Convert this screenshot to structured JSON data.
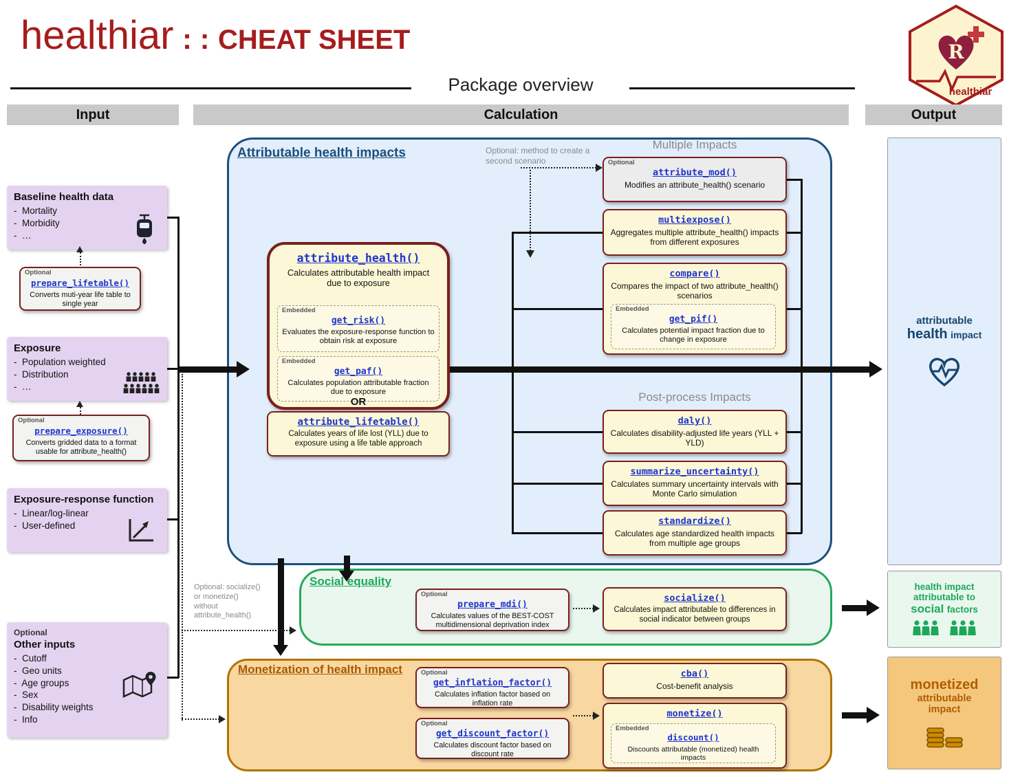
{
  "labels": {
    "optional": "Optional",
    "embedded": "Embedded"
  },
  "header": {
    "title_main": "healthiar",
    "title_sep": ": :",
    "title_sub": "CHEAT SHEET",
    "overview": "Package overview",
    "logo_text": "healthiar"
  },
  "columns": {
    "input": "Input",
    "calculation": "Calculation",
    "output": "Output"
  },
  "input": {
    "baseline": {
      "title": "Baseline health data",
      "items": [
        "Mortality",
        "Morbidity",
        "…"
      ]
    },
    "prepare_lifetable": {
      "name": "prepare_lifetable()",
      "desc": "Converts muti-year life table to single year"
    },
    "exposure": {
      "title": "Exposure",
      "items": [
        "Population weighted",
        "Distribution",
        "…"
      ]
    },
    "prepare_exposure": {
      "name": "prepare_exposure()",
      "desc": "Converts gridded data to a format usable for attribute_health()"
    },
    "erf": {
      "title": "Exposure-response function",
      "items": [
        "Linear/log-linear",
        "User-defined"
      ]
    },
    "other": {
      "label": "Optional",
      "title": "Other inputs",
      "items": [
        "Cutoff",
        "Geo units",
        "Age groups",
        "Sex",
        "Disability weights",
        "Info"
      ]
    }
  },
  "calc": {
    "attributable": {
      "title": "Attributable health impacts",
      "multiple_heading": "Multiple Impacts",
      "postprocess_heading": "Post-process Impacts",
      "optional_note": "Optional: method to create a second scenario",
      "or": "OR",
      "attribute_health": {
        "name": "attribute_health()",
        "desc": "Calculates attributable health impact due to exposure"
      },
      "get_risk": {
        "name": "get_risk()",
        "desc": "Evaluates the exposure-response function to obtain risk at exposure"
      },
      "get_paf": {
        "name": "get_paf()",
        "desc": "Calculates population attributable fraction due to exposure"
      },
      "attribute_lifetable": {
        "name": "attribute_lifetable()",
        "desc": "Calculates years of life lost (YLL) due to exposure using a life table approach"
      },
      "attribute_mod": {
        "name": "attribute_mod()",
        "desc": "Modifies an attribute_health() scenario"
      },
      "multiexpose": {
        "name": "multiexpose()",
        "desc": "Aggregates multiple attribute_health() impacts from different exposures"
      },
      "compare": {
        "name": "compare()",
        "desc": "Compares the impact of two attribute_health() scenarios"
      },
      "get_pif": {
        "name": "get_pif()",
        "desc": "Calculates potential impact fraction due to change in exposure"
      },
      "daly": {
        "name": "daly()",
        "desc": "Calculates disability-adjusted life years (YLL + YLD)"
      },
      "summarize_uncertainty": {
        "name": "summarize_uncertainty()",
        "desc": "Calculates summary uncertainty intervals with Monte Carlo simulation"
      },
      "standardize": {
        "name": "standardize()",
        "desc": "Calculates age standardized health impacts from multiple age groups"
      }
    },
    "social": {
      "title": "Social equality",
      "prepare_mdi": {
        "name": "prepare_mdi()",
        "desc": "Calculates values of the BEST-COST multidimensional deprivation index"
      },
      "socialize": {
        "name": "socialize()",
        "desc": "Calculates impact attributable to differences in social indicator between groups"
      }
    },
    "monetization": {
      "title": "Monetization of health impact",
      "get_inflation_factor": {
        "name": "get_inflation_factor()",
        "desc": "Calculates inflation factor based on inflation rate"
      },
      "get_discount_factor": {
        "name": "get_discount_factor()",
        "desc": "Calculates discount factor based on discount rate"
      },
      "cba": {
        "name": "cba()",
        "desc": "Cost-benefit analysis"
      },
      "monetize": {
        "name": "monetize()"
      },
      "discount": {
        "name": "discount()",
        "desc": "Discounts attributable (monetized) health impacts"
      }
    },
    "optional_left_note": "Optional: socialize() or monetize() without attribute_health()"
  },
  "output": {
    "health": {
      "line1": "attributable",
      "line2_big": "health",
      "line2_small": "impact"
    },
    "social": {
      "line1": "health impact",
      "line2": "attributable to",
      "line3_big": "social",
      "line3_small": "factors"
    },
    "monetized": {
      "line1": "monetized",
      "line2": "attributable",
      "line3": "impact"
    }
  },
  "colors": {
    "brand_red": "#a51d1d",
    "function_border": "#7a1f1f",
    "link_blue": "#1f35cc",
    "panel_blue": "#1d4f7c",
    "panel_blue_fill": "#e2eefb",
    "yellow_fill": "#fcf7d6",
    "green": "#1ea75a",
    "green_fill": "#e9f7ee",
    "orange_border": "#b17300",
    "orange_fill": "#f8d8a0",
    "purple_fill": "#e4d3f0",
    "output_orange_fill": "#f5c77d"
  }
}
